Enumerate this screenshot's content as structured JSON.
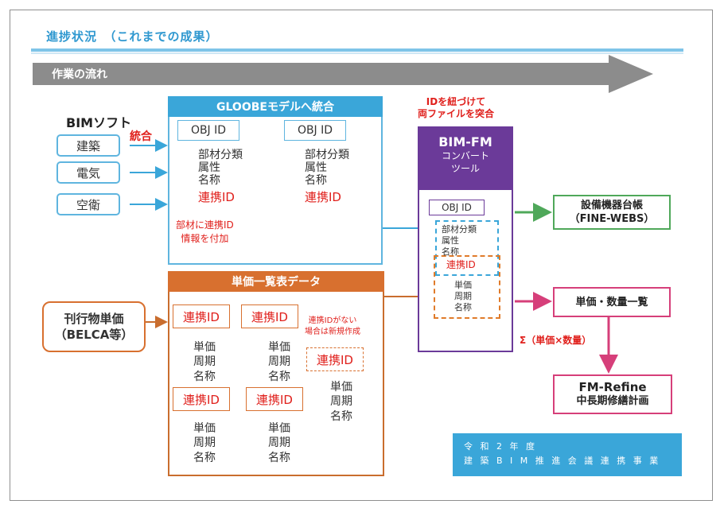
{
  "title": "進捗状況　（これまでの成果）",
  "flow_label": "作業の流れ",
  "bim": {
    "title": "BIMソフト",
    "integrate": "統合",
    "items": [
      "建築",
      "電気",
      "空衛"
    ]
  },
  "globe": {
    "header": "GLOOBEモデルへ統合",
    "objects": [
      {
        "id": "OBJ ID",
        "attrs": [
          "部材分類",
          "属性",
          "名称"
        ],
        "link": "連携ID"
      },
      {
        "id": "OBJ ID",
        "attrs": [
          "部材分類",
          "属性",
          "名称"
        ],
        "link": "連携ID"
      }
    ],
    "note_line1": "部材に連携ID",
    "note_line2": "情報を付加"
  },
  "fm": {
    "note_line1": "IDを紐づけて",
    "note_line2": "両ファイルを突合",
    "title": "BIM-FM",
    "subtitle_line1": "コンバート",
    "subtitle_line2": "ツール",
    "obj_id": "OBJ ID",
    "attrs": [
      "部材分類",
      "属性",
      "名称"
    ],
    "link": "連携ID",
    "sub_attrs": [
      "単価",
      "周期",
      "名称"
    ]
  },
  "outputs": {
    "equipment_line1": "設備機器台帳",
    "equipment_line2": "（FINE-WEBS）",
    "price_list": "単価・数量一覧",
    "sigma": "Σ（単価×数量）",
    "refine_line1": "FM-Refine",
    "refine_line2": "中長期修繕計画"
  },
  "tanka": {
    "header": "単価一覧表データ",
    "link_label": "連携ID",
    "attrs": [
      "単価",
      "周期",
      "名称"
    ],
    "note_line1": "連携IDがない",
    "note_line2": "場合は新規作成"
  },
  "belca": {
    "line1": "刊行物単価",
    "line2": "（BELCA等）"
  },
  "footer": {
    "line1": "令 和 2 年 度",
    "line2": "建 築 B I M 推 進 会 議 連 携 事 業"
  },
  "colors": {
    "blue": "#3aa6d9",
    "purple": "#6b3a99",
    "orange": "#d8702f",
    "green": "#4fa85a",
    "magenta": "#d63f7a",
    "red": "#e0201c",
    "gray_arrow": "#8c8c8c"
  }
}
